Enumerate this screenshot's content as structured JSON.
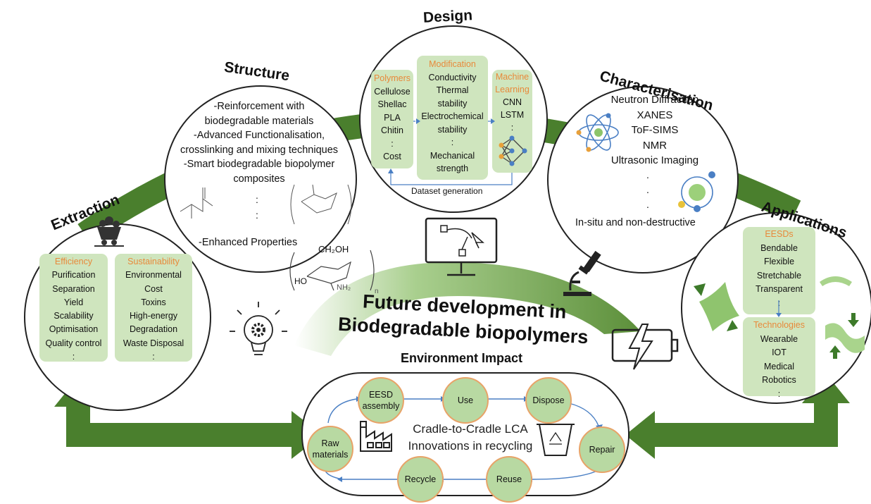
{
  "stages": {
    "design": "Design",
    "structure": "Structure",
    "characterisation": "Characterisation",
    "extraction": "Extraction",
    "applications": "Applications"
  },
  "structure": {
    "items": [
      "-Reinforcement with",
      "biodegradable materials",
      "-Advanced Functionalisation,",
      "crosslinking and mixing techniques",
      "-Smart biodegradable biopolymer",
      "composites"
    ],
    "dots": [
      ":",
      ":"
    ],
    "last": "-Enhanced Properties"
  },
  "design": {
    "polymers": {
      "title": "Polymers",
      "items": [
        "Cellulose",
        "Shellac",
        "PLA",
        "Chitin",
        ":",
        "Cost"
      ]
    },
    "modification": {
      "title": "Modification",
      "items": [
        "Conductivity",
        "Thermal",
        "stability",
        "Electrochemical",
        "stability",
        ":",
        "Mechanical",
        "strength"
      ]
    },
    "ml": {
      "title_1": "Machine",
      "title_2": "Learning",
      "items": [
        "CNN",
        "LSTM",
        ":"
      ]
    },
    "dataset": "Dataset generation"
  },
  "characterisation": {
    "items": [
      "Neutron Diffraction",
      "XANES",
      "ToF-SIMS",
      "NMR",
      "Ultrasonic Imaging"
    ],
    "dots": [
      ".",
      ".",
      "."
    ],
    "last": "In-situ and non-destructive"
  },
  "extraction": {
    "efficiency": {
      "title": "Efficiency",
      "items": [
        "Purification",
        "Separation",
        "Yield",
        "Scalability",
        "Optimisation",
        "Quality control",
        ":"
      ]
    },
    "sustainability": {
      "title": "Sustainability",
      "items": [
        "Environmental",
        "Cost",
        "Toxins",
        "High-energy",
        "Degradation",
        "Waste Disposal",
        ":"
      ]
    }
  },
  "applications": {
    "eesds": {
      "title": "EESDs",
      "items": [
        "Bendable",
        "Flexible",
        "Stretchable",
        "Transparent",
        ":"
      ]
    },
    "technologies": {
      "title": "Technologies",
      "items": [
        "Wearable",
        "IOT",
        "Medical",
        "Robotics",
        ":"
      ]
    }
  },
  "center": {
    "line1": "Future development in",
    "line2": "Biodegradable biopolymers"
  },
  "chem": {
    "ch2oh": "CH₂OH",
    "ho": "HO",
    "nh2": "NH₂",
    "n": "n"
  },
  "environment": {
    "title": "Environment Impact",
    "line1": "Cradle-to-Cradle LCA",
    "line2": "Innovations in recycling",
    "nodes": {
      "eesd": [
        "EESD",
        "assembly"
      ],
      "use": "Use",
      "dispose": "Dispose",
      "repair": "Repair",
      "reuse": "Reuse",
      "recycle": "Recycle",
      "raw": [
        "Raw",
        "materials"
      ]
    }
  },
  "colors": {
    "green_dark": "#4a7f2d",
    "green_light": "#cfe5be",
    "orange": "#e8893a",
    "node_fill": "#b8d9a2",
    "arrow_blue": "#4a7fc4"
  }
}
